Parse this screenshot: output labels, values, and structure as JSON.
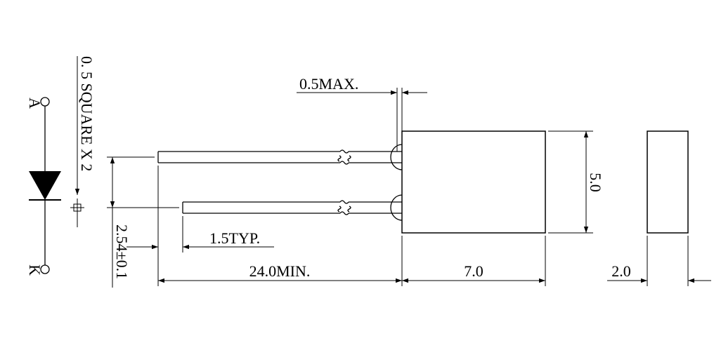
{
  "symbol": {
    "anode_label": "A",
    "cathode_label": "K",
    "pin_note": "0. 5 SQUARE  X  2"
  },
  "dimensions": {
    "lead_thickness": "0.5MAX.",
    "body_height": "5.0",
    "lead_pitch": "2.54±0.1",
    "lead_offset": "1.5TYP.",
    "lead_length": "24.0MIN.",
    "body_length": "7.0",
    "body_thickness": "2.0"
  },
  "colors": {
    "line": "#000000",
    "background": "#ffffff"
  }
}
